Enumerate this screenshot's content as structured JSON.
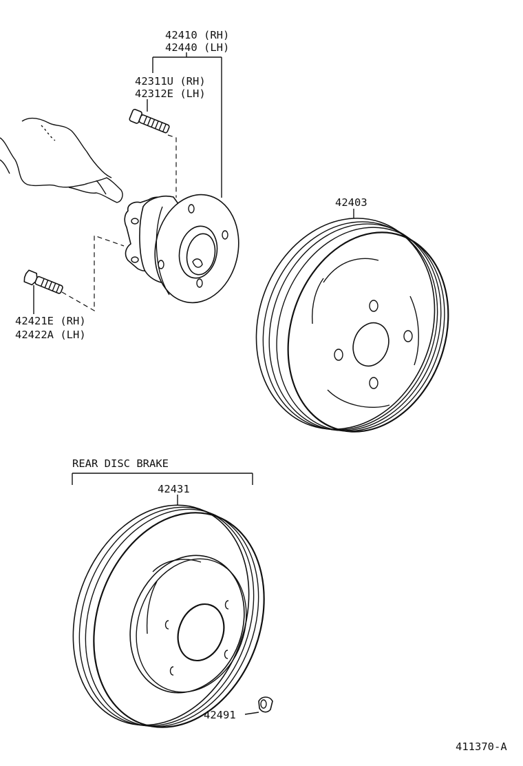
{
  "diagram": {
    "labels": {
      "hub_rh": "42410 (RH)",
      "hub_lh": "42440 (LH)",
      "stud_rh": "42311U (RH)",
      "stud_lh": "42312E (LH)",
      "bolt_rh": "42421E (RH)",
      "bolt_lh": "42422A (LH)",
      "drum": "42403",
      "section_title": "REAR DISC BRAKE",
      "disc": "42431",
      "plug": "42491",
      "figure_code": "411370-A"
    },
    "colors": {
      "ink": "#111111",
      "paper": "#ffffff"
    }
  }
}
